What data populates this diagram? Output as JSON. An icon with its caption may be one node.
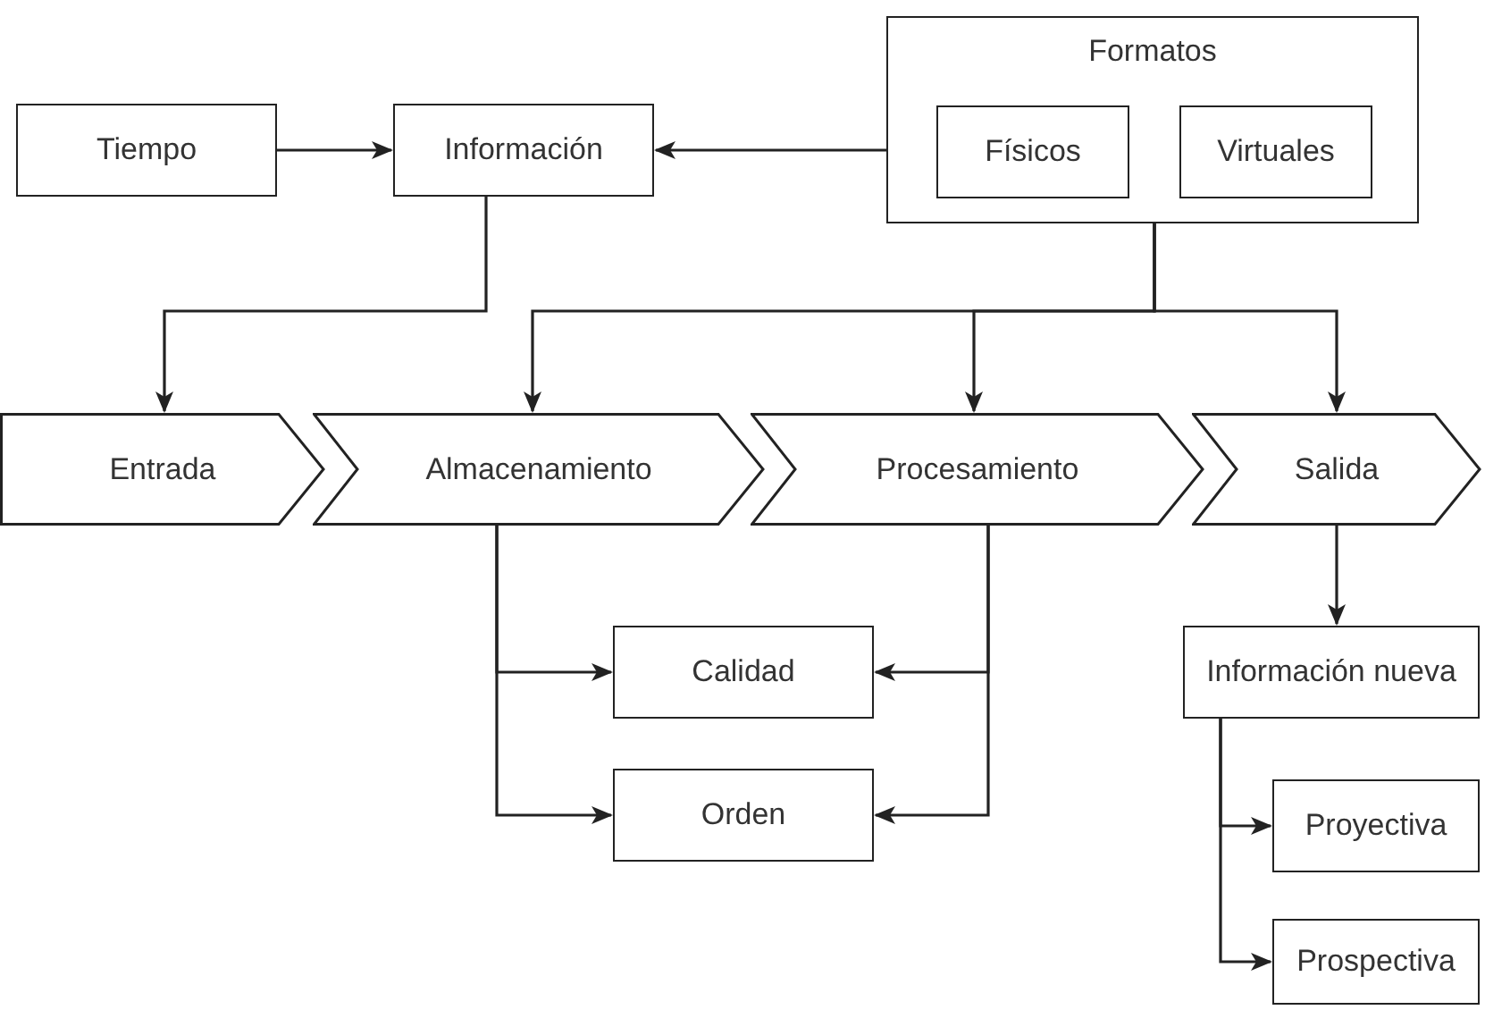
{
  "diagram": {
    "nodes": [
      {
        "text": [
          "Tiempo"
        ]
      },
      {
        "text": [
          "Información"
        ]
      },
      {
        "text": [
          "Formatos"
        ]
      },
      {
        "text": [
          "Físicos"
        ],
        "in": 2
      },
      {
        "text": [
          "Virtuales"
        ],
        "in": 2
      },
      {
        "text": [
          "Entrada"
        ]
      },
      {
        "text": [
          "Almacenamiento"
        ]
      },
      {
        "text": [
          "Procesamiento"
        ]
      },
      {
        "text": [
          "Salida"
        ]
      },
      {
        "text": [
          "Calidad"
        ]
      },
      {
        "text": [
          "Orden"
        ]
      },
      {
        "text": [
          "Información nueva"
        ]
      },
      {
        "text": [
          "Proyectiva"
        ]
      },
      {
        "text": [
          "Prospectiva"
        ]
      }
    ],
    "edges": [
      {
        "from": 0,
        "to": 1,
        "arrow": "to"
      },
      {
        "from": 2,
        "to": 1,
        "arrow": "to"
      },
      {
        "from": 1,
        "to": 5,
        "arrow": "to"
      },
      {
        "from": 2,
        "to": 6,
        "arrow": "to"
      },
      {
        "from": 2,
        "to": 7,
        "arrow": "to"
      },
      {
        "from": 2,
        "to": 8,
        "arrow": "to"
      },
      {
        "from": 6,
        "to": 9,
        "arrow": "to"
      },
      {
        "from": 6,
        "to": 10,
        "arrow": "to"
      },
      {
        "from": 7,
        "to": 9,
        "arrow": "to"
      },
      {
        "from": 7,
        "to": 10,
        "arrow": "to"
      },
      {
        "from": 8,
        "to": 11,
        "arrow": "to"
      },
      {
        "from": 11,
        "to": 12,
        "arrow": "to"
      },
      {
        "from": 11,
        "to": 13,
        "arrow": "to"
      }
    ]
  }
}
